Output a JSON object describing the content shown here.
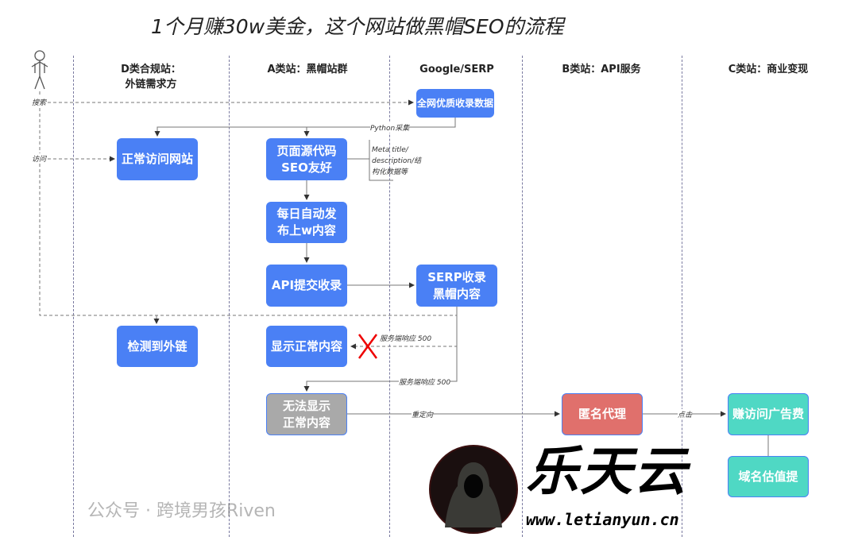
{
  "title": "1个月赚30w美金，这个网站做黑帽SEO的流程",
  "lanes": [
    {
      "label": "D类合规站：",
      "label2": "外链需求方"
    },
    {
      "label": "A类站：黑帽站群"
    },
    {
      "label": "Google/SERP"
    },
    {
      "label": "B类站：API服务"
    },
    {
      "label": "C类站：商业变现"
    }
  ],
  "boxes": {
    "index_data": "全网优质收录数据",
    "normal_visit": "正常访问网站",
    "seo_friendly": "页面源代码SEO友好",
    "daily_publish": "每日自动发布上w内容",
    "api_submit": "API提交收录",
    "serp_index": "SERP收录黑帽内容",
    "detect_link": "检测到外链",
    "show_normal": "显示正常内容",
    "cannot_show": "无法显示正常内容",
    "proxy": "匿名代理",
    "ad_revenue": "赚访问广告费",
    "domain_value": "域名估值提"
  },
  "note": "Meta title/ description/结构化数据等",
  "edge_labels": {
    "search": "搜索",
    "visit": "访问",
    "python": "Python采集",
    "resp500a": "服务端响应 500",
    "resp500b": "服务端响应 500",
    "redirect": "重定向",
    "click": "点击"
  },
  "watermark": {
    "text": "公众号 · 跨境男孩Riven",
    "logo": "乐天云",
    "url": "www.letianyun.cn"
  },
  "colors": {
    "blue": "#4a80f5",
    "gray": "#a9a9a9",
    "red": "#e0706c",
    "teal": "#4fd8c4"
  }
}
